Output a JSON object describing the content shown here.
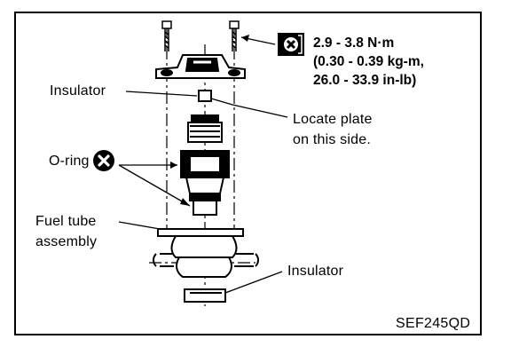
{
  "labels": {
    "insulator_top": "Insulator",
    "locate_plate_line1": "Locate plate",
    "locate_plate_line2": "on this side.",
    "oring": "O-ring",
    "fuel_tube_line1": "Fuel tube",
    "fuel_tube_line2": "assembly",
    "insulator_bottom": "Insulator"
  },
  "torque": {
    "line1": "2.9 - 3.8 N·m",
    "line2": "(0.30 - 0.39 kg-m,",
    "line3": "26.0 - 33.9 in-lb)"
  },
  "figure_code": "SEF245QD",
  "icons": {
    "torque": "torque-wrench-icon",
    "do_not_reuse": "do-not-reuse-x-icon"
  }
}
